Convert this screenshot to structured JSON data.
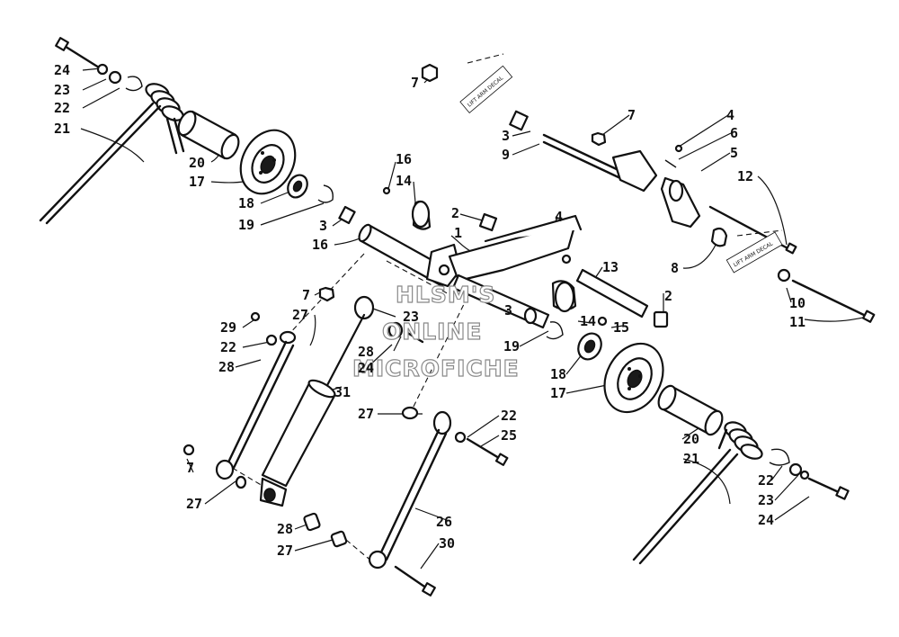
{
  "watermark": {
    "line1": "HLSM'S",
    "line2": "ONLINE",
    "line3": "MICROFICHE"
  },
  "callouts": {
    "c1": "24",
    "c2": "23",
    "c3": "22",
    "c4": "21",
    "c5": "20",
    "c6": "17",
    "c7": "18",
    "c8": "19",
    "c9": "3",
    "c10": "16",
    "c11": "16",
    "c12": "14",
    "c13": "2",
    "c14": "1",
    "c15": "4",
    "c16": "7",
    "c17": "3",
    "c18": "9",
    "c19": "7",
    "c20": "4",
    "c21": "6",
    "c22": "5",
    "c23": "12",
    "c24": "8",
    "c25": "10",
    "c26": "11",
    "c27": "13",
    "c28": "2",
    "c29": "7",
    "c30": "27",
    "c31": "29",
    "c32": "22",
    "c33": "28",
    "c34": "23",
    "c35": "3",
    "c36": "14",
    "c37": "15",
    "c38": "28",
    "c39": "24",
    "c40": "19",
    "c41": "31",
    "c42": "18",
    "c43": "17",
    "c44": "27",
    "c45": "22",
    "c46": "25",
    "c47": "7",
    "c48": "27",
    "c49": "20",
    "c50": "21",
    "c51": "22",
    "c52": "23",
    "c53": "24",
    "c54": "26",
    "c55": "28",
    "c56": "27",
    "c57": "30"
  },
  "decal_text": {
    "left": "LIFT ARM DECAL",
    "right": "LIFT ARM DECAL"
  },
  "colors": {
    "ink": "#111111",
    "paper": "#ffffff",
    "watermark_outline": "#8a8a8a"
  }
}
